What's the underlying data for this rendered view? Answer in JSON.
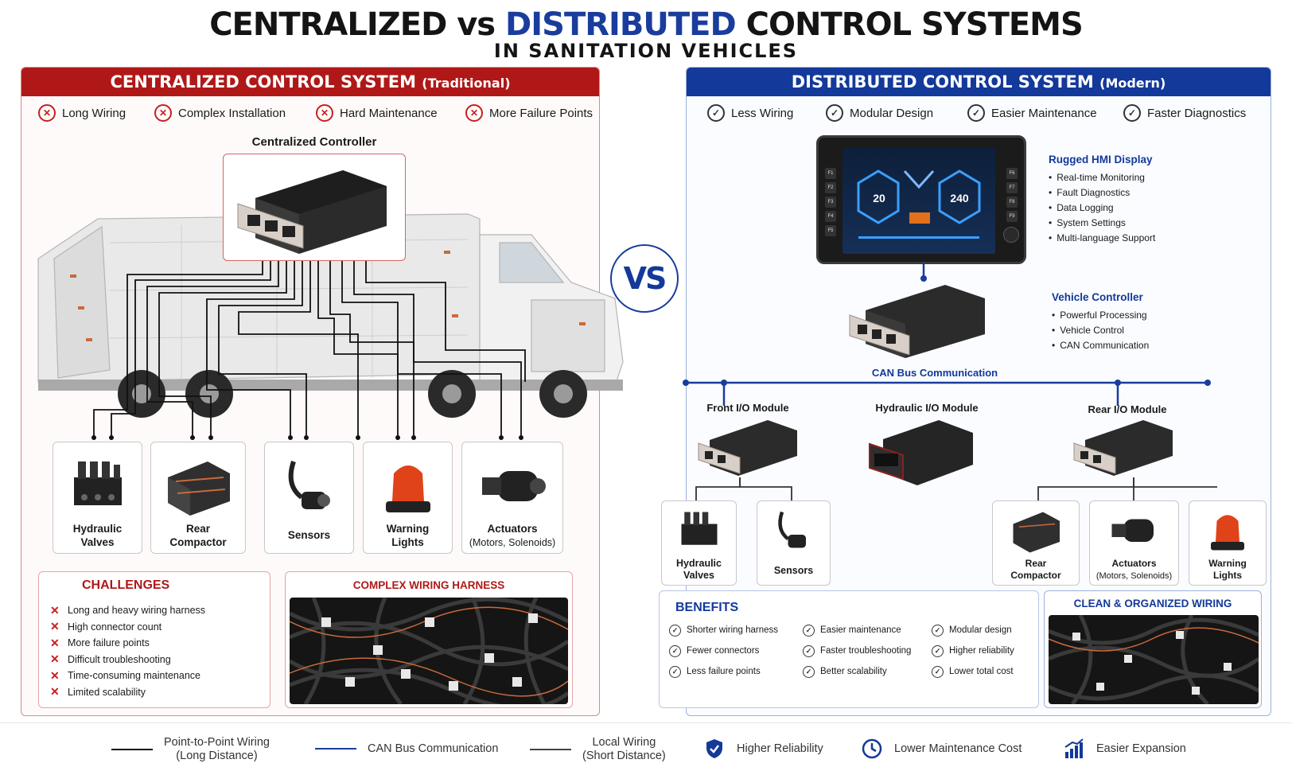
{
  "header": {
    "title_part1": "CENTRALIZED vs",
    "title_part2": "DISTRIBUTED",
    "title_part3": "CONTROL SYSTEMS",
    "subtitle": "IN SANITATION VEHICLES"
  },
  "vs_label": "VS",
  "centralized": {
    "title": "CENTRALIZED CONTROL SYSTEM",
    "tag": "(Traditional)",
    "features": [
      "Long Wiring",
      "Complex Installation",
      "Hard Maintenance",
      "More Failure Points"
    ],
    "controller_label": "Centralized Controller",
    "devices": [
      {
        "line1": "Hydraulic",
        "line2": "Valves",
        "icon": "hydraulic-valve-icon"
      },
      {
        "line1": "Rear",
        "line2": "Compactor",
        "icon": "compactor-icon"
      },
      {
        "line1": "Sensors",
        "line2": "",
        "icon": "sensor-icon"
      },
      {
        "line1": "Warning",
        "line2": "Lights",
        "icon": "warning-light-icon"
      },
      {
        "line1": "Actuators",
        "line2": "(Motors, Solenoids)",
        "icon": "actuator-icon"
      }
    ],
    "challenges_title": "CHALLENGES",
    "challenges": [
      "Long and heavy wiring harness",
      "High connector count",
      "More failure points",
      "Difficult troubleshooting",
      "Time-consuming maintenance",
      "Limited scalability"
    ],
    "harness_title": "COMPLEX WIRING HARNESS"
  },
  "distributed": {
    "title": "DISTRIBUTED CONTROL SYSTEM",
    "tag": "(Modern)",
    "features": [
      "Less Wiring",
      "Modular Design",
      "Easier Maintenance",
      "Faster Diagnostics"
    ],
    "hmi": {
      "title": "Rugged HMI Display",
      "items": [
        "Real-time Monitoring",
        "Fault Diagnostics",
        "Data Logging",
        "System Settings",
        "Multi-language Support"
      ],
      "left_keys": [
        "F1",
        "F2",
        "F3",
        "F4",
        "F5"
      ],
      "right_keys": [
        "F6",
        "F7",
        "F8",
        "F9"
      ],
      "gauge_left": "20",
      "gauge_right": "240"
    },
    "vehicle_controller": {
      "title": "Vehicle Controller",
      "items": [
        "Powerful Processing",
        "Vehicle Control",
        "CAN Communication"
      ]
    },
    "can_bus_label": "CAN Bus Communication",
    "modules": [
      "Front I/O Module",
      "Hydraulic I/O Module",
      "Rear I/O Module"
    ],
    "front_devices": [
      {
        "line1": "Hydraulic",
        "line2": "Valves"
      },
      {
        "line1": "Sensors",
        "line2": ""
      }
    ],
    "rear_devices": [
      {
        "line1": "Rear",
        "line2": "Compactor"
      },
      {
        "line1": "Actuators",
        "line2": "(Motors, Solenoids)"
      },
      {
        "line1": "Warning",
        "line2": "Lights"
      }
    ],
    "benefits_title": "BENEFITS",
    "benefits": [
      "Shorter wiring harness",
      "Easier maintenance",
      "Modular design",
      "Fewer connectors",
      "Faster troubleshooting",
      "Higher reliability",
      "Less failure points",
      "Better scalability",
      "Lower total cost"
    ],
    "harness_title": "CLEAN & ORGANIZED WIRING"
  },
  "legend": {
    "p2p_line1": "Point-to-Point Wiring",
    "p2p_line2": "(Long Distance)",
    "can": "CAN Bus Communication",
    "local_line1": "Local Wiring",
    "local_line2": "(Short Distance)",
    "reliability": "Higher Reliability",
    "maintenance": "Lower Maintenance Cost",
    "expansion": "Easier Expansion"
  },
  "colors": {
    "red_accent": "#b01818",
    "blue_accent": "#13399a",
    "wire_black": "#111111",
    "can_blue": "#1a3c9c"
  }
}
